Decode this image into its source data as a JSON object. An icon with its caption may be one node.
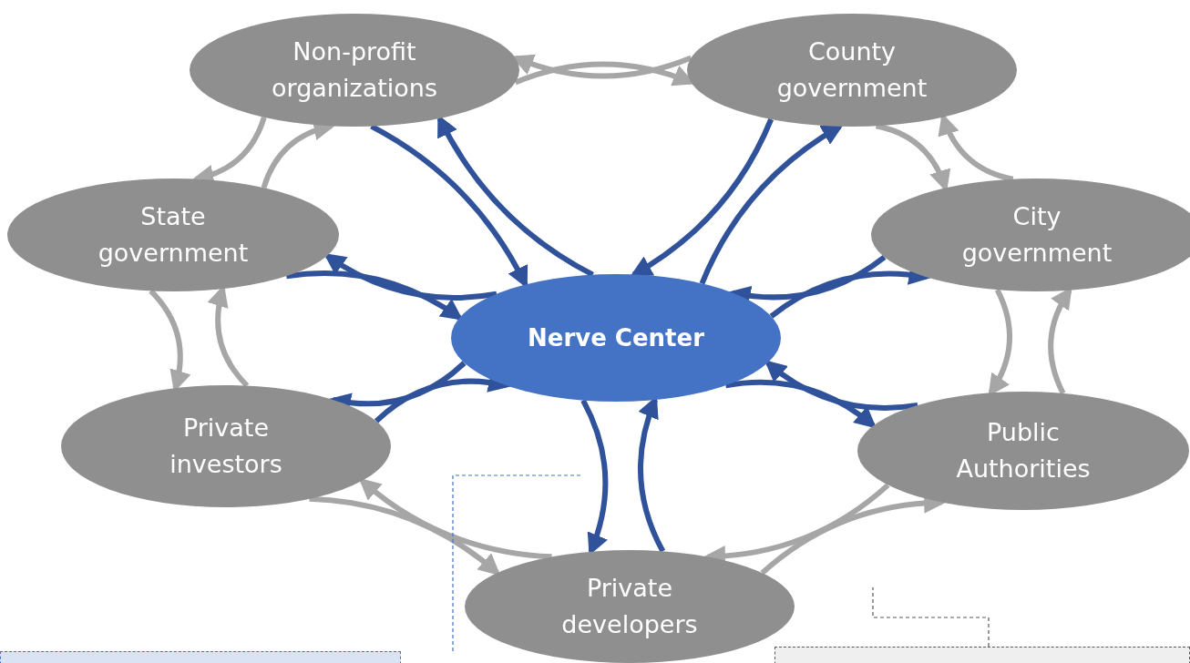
{
  "diagram": {
    "nodes": [
      {
        "text": [
          "Non-profit organizations"
        ]
      },
      {
        "text": [
          "County government"
        ]
      },
      {
        "text": [
          "State government"
        ]
      },
      {
        "text": [
          "City government"
        ]
      },
      {
        "text": [
          "Nerve Center"
        ]
      },
      {
        "text": [
          "Private investors"
        ]
      },
      {
        "text": [
          "Public Authorities"
        ]
      },
      {
        "text": [
          "Private developers"
        ]
      },
      {
        "text": [],
        "shape": "box"
      },
      {
        "text": [],
        "shape": "box"
      }
    ],
    "edges": [
      {
        "from": 0,
        "to": 1,
        "arrow": "to",
        "color": "#a6a6a6"
      },
      {
        "from": 1,
        "to": 0,
        "arrow": "to",
        "color": "#a6a6a6"
      },
      {
        "from": 1,
        "to": 3,
        "arrow": "to",
        "color": "#a6a6a6"
      },
      {
        "from": 3,
        "to": 1,
        "arrow": "to",
        "color": "#a6a6a6"
      },
      {
        "from": 3,
        "to": 6,
        "arrow": "to",
        "color": "#a6a6a6"
      },
      {
        "from": 6,
        "to": 3,
        "arrow": "to",
        "color": "#a6a6a6"
      },
      {
        "from": 6,
        "to": 7,
        "arrow": "to",
        "color": "#a6a6a6"
      },
      {
        "from": 7,
        "to": 6,
        "arrow": "to",
        "color": "#a6a6a6"
      },
      {
        "from": 7,
        "to": 5,
        "arrow": "to",
        "color": "#a6a6a6"
      },
      {
        "from": 5,
        "to": 7,
        "arrow": "to",
        "color": "#a6a6a6"
      },
      {
        "from": 5,
        "to": 2,
        "arrow": "to",
        "color": "#a6a6a6"
      },
      {
        "from": 2,
        "to": 5,
        "arrow": "to",
        "color": "#a6a6a6"
      },
      {
        "from": 2,
        "to": 0,
        "arrow": "to",
        "color": "#a6a6a6"
      },
      {
        "from": 0,
        "to": 2,
        "arrow": "to",
        "color": "#a6a6a6"
      },
      {
        "from": 4,
        "to": 0,
        "arrow": "to",
        "color": "#2f529a"
      },
      {
        "from": 0,
        "to": 4,
        "arrow": "to",
        "color": "#2f529a"
      },
      {
        "from": 4,
        "to": 1,
        "arrow": "to",
        "color": "#2f529a"
      },
      {
        "from": 1,
        "to": 4,
        "arrow": "to",
        "color": "#2f529a"
      },
      {
        "from": 4,
        "to": 2,
        "arrow": "to",
        "color": "#2f529a"
      },
      {
        "from": 2,
        "to": 4,
        "arrow": "to",
        "color": "#2f529a"
      },
      {
        "from": 4,
        "to": 3,
        "arrow": "to",
        "color": "#2f529a"
      },
      {
        "from": 3,
        "to": 4,
        "arrow": "to",
        "color": "#2f529a"
      },
      {
        "from": 4,
        "to": 5,
        "arrow": "to",
        "color": "#2f529a"
      },
      {
        "from": 5,
        "to": 4,
        "arrow": "to",
        "color": "#2f529a"
      },
      {
        "from": 4,
        "to": 6,
        "arrow": "to",
        "color": "#2f529a"
      },
      {
        "from": 6,
        "to": 4,
        "arrow": "to",
        "color": "#2f529a"
      },
      {
        "from": 4,
        "to": 7,
        "arrow": "to",
        "color": "#2f529a"
      },
      {
        "from": 7,
        "to": 4,
        "arrow": "to",
        "color": "#2f529a"
      },
      {
        "from": 8,
        "to": null,
        "arrow": "none",
        "style": "dashed",
        "color": "#4472c4"
      },
      {
        "from": 9,
        "to": null,
        "arrow": "none",
        "style": "dashed",
        "color": "#595959"
      }
    ]
  }
}
